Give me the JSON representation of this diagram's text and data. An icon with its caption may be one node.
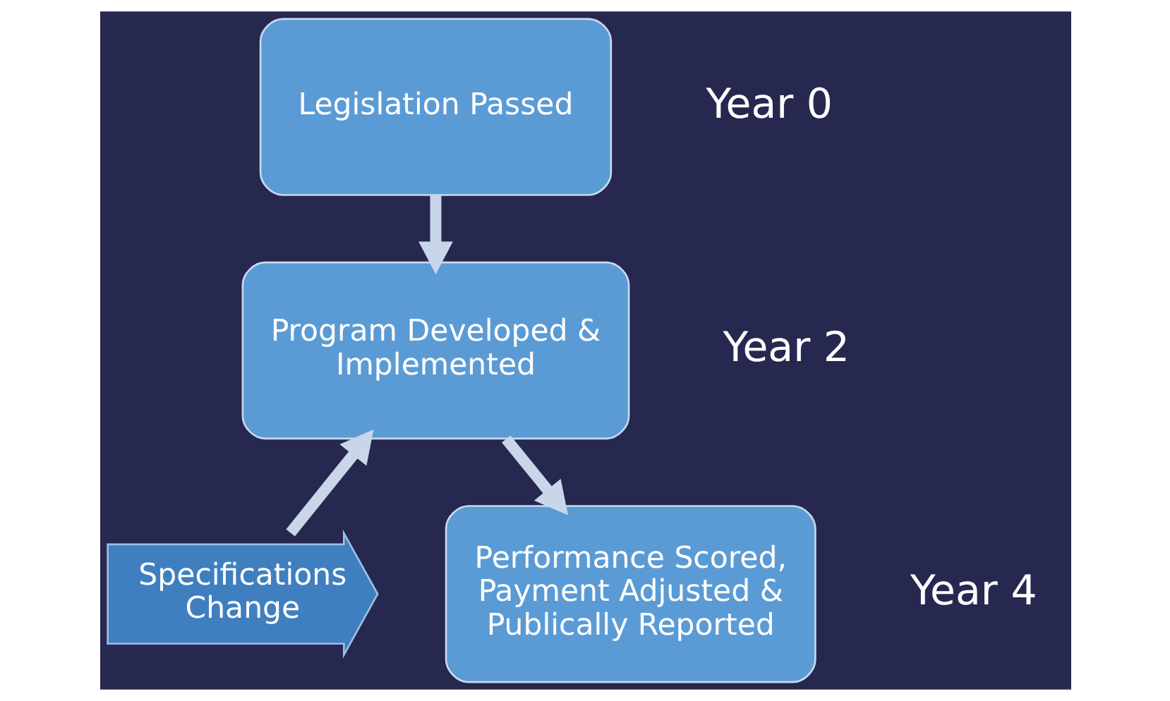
{
  "diagram": {
    "nodes": [
      {
        "text": [
          "Legislation Passed"
        ],
        "beside": [
          "Year 0"
        ]
      },
      {
        "text": [
          "Program Developed & Implemented"
        ],
        "beside": [
          "Year 2"
        ]
      },
      {
        "text": [
          "Performance Scored, Payment Adjusted & Publically Reported"
        ],
        "beside": [
          "Year 4"
        ]
      },
      {
        "text": [
          "Specifications",
          "Change"
        ]
      }
    ],
    "edges": [
      {
        "from": 0,
        "to": 1,
        "arrow": "to"
      },
      {
        "from": 1,
        "to": 2,
        "arrow": "to"
      },
      {
        "from": 3,
        "to": 1,
        "arrow": "to"
      }
    ]
  }
}
